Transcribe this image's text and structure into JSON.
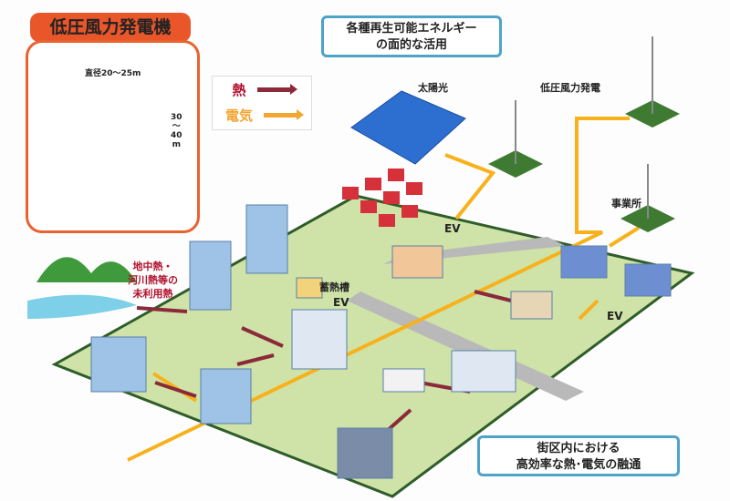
{
  "title": "低圧風力発電機",
  "spec": {
    "diameter": "直径20～25m",
    "height_lines": [
      "30",
      "～",
      "40",
      "m"
    ]
  },
  "legend": {
    "heat": "熱",
    "electricity": "電気",
    "heat_color": "#8b2a3a",
    "electricity_color": "#f2a630"
  },
  "callout_top": {
    "line1": "各種再生可能エネルギー",
    "line2": "の面的な活用"
  },
  "callout_bottom": {
    "line1": "街区内における",
    "line2": "高効率な熱･電気の融通"
  },
  "labels": {
    "solar": "太陽光",
    "wind": "低圧風力発電",
    "office": "事業所",
    "ev1": "EV",
    "ev2": "EV",
    "ev3": "EV",
    "storage": "蓄熱槽",
    "unused_heat": [
      "地中熱・",
      "河川熱等の",
      "未利用熱"
    ]
  }
}
